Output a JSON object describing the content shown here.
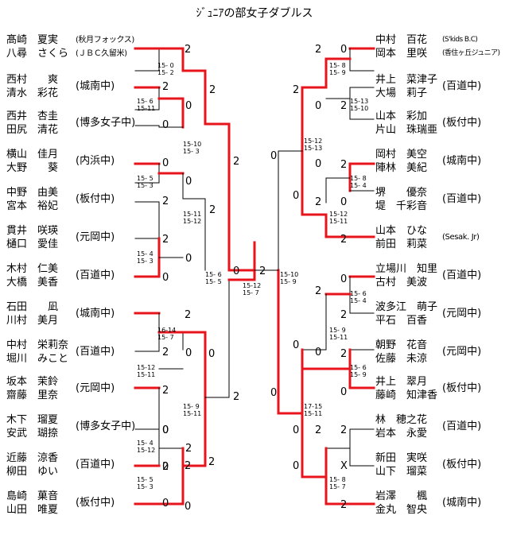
{
  "title": "ｼﾞｭﾆｱの部女子ダブルス",
  "left_pairs": [
    {
      "p1": "髙崎　夏実",
      "p2": "八尋　さくら",
      "club": "(秋月フォックス)\n(ＪＢＣ久留米)"
    },
    {
      "p1": "西村　　爽",
      "p2": "清水　彩花",
      "club": "(城南中)"
    },
    {
      "p1": "西井　杏圭",
      "p2": "田尻　清花",
      "club": "(博多女子中)"
    },
    {
      "p1": "横山　佳月",
      "p2": "大野　　葵",
      "club": "(内浜中)"
    },
    {
      "p1": "中野　由美",
      "p2": "宮本　裕妃",
      "club": "(板付中)"
    },
    {
      "p1": "貫井　咲瑛",
      "p2": "樋口　愛佳",
      "club": "(元岡中)"
    },
    {
      "p1": "木村　仁美",
      "p2": "大橋　美香",
      "club": "(百道中)"
    },
    {
      "p1": "石田　　凪",
      "p2": "川村　美月",
      "club": "(城南中)"
    },
    {
      "p1": "中村　栄莉奈",
      "p2": "堀川　みこと",
      "club": "(百道中)"
    },
    {
      "p1": "坂本　茉鈴",
      "p2": "齋藤　里奈",
      "club": "(元岡中)"
    },
    {
      "p1": "木下　瑠夏",
      "p2": "安武　瑚捺",
      "club": "(博多女子中)"
    },
    {
      "p1": "近藤　涼香",
      "p2": "柳田　ゆい",
      "club": "(百道中)"
    },
    {
      "p1": "島崎　菓音",
      "p2": "山田　唯夏",
      "club": "(板付中)"
    }
  ],
  "right_pairs": [
    {
      "p1": "中村　百花",
      "p2": "岡本　里咲",
      "club": "(S'kids B.C)\n(香住ヶ丘ジュニア)"
    },
    {
      "p1": "井上　菜津子",
      "p2": "大場　莉子",
      "club": "(百道中)"
    },
    {
      "p1": "山本　彩加",
      "p2": "片山　珠瑞亜",
      "club": "(板付中)"
    },
    {
      "p1": "岡村　美空",
      "p2": "陣林　美紀",
      "club": "(城南中)"
    },
    {
      "p1": "堺　　優奈",
      "p2": "堤　千彩音",
      "club": "(百道中)"
    },
    {
      "p1": "山本　ひな",
      "p2": "前田　莉菜",
      "club": "(Sesak. Jr)"
    },
    {
      "p1": "立場川　知里",
      "p2": "古村　美波",
      "club": "(百道中)"
    },
    {
      "p1": "波多江　萌子",
      "p2": "平石　百香",
      "club": "(元岡中)"
    },
    {
      "p1": "朝野　花音",
      "p2": "佐藤　未涼",
      "club": "(元岡中)"
    },
    {
      "p1": "井上　翠月",
      "p2": "藤崎　知津香",
      "club": "(板付中)"
    },
    {
      "p1": "林　穂之花",
      "p2": "岩本　永愛",
      "club": "(百道中)"
    },
    {
      "p1": "新田　実咲",
      "p2": "山下　瑠菜",
      "club": "(板付中)"
    },
    {
      "p1": "岩澤　　楓",
      "p2": "金丸　智央",
      "club": "(城南中)"
    }
  ],
  "scores": [
    "2",
    "2",
    "0",
    "0",
    "2",
    "0",
    "0",
    "2",
    "2",
    "0",
    "0",
    "2",
    "2",
    "0",
    "2",
    "2",
    "0",
    "2",
    "0",
    "0",
    "2",
    "0",
    "2",
    "0",
    "2",
    "0",
    "0",
    "2",
    "2",
    "2",
    "0",
    "0",
    "2",
    "2",
    "0",
    "0",
    "2",
    "2",
    "0",
    "0",
    "2",
    "0",
    "2",
    "X",
    "2",
    "2",
    "0",
    "2",
    "0",
    "0",
    "0",
    "2",
    "0",
    "2",
    "2",
    "0"
  ],
  "game_scores": [
    "15- 0\n15- 2",
    "15- 6\n15-11",
    "15-10\n15- 3",
    "15- 5\n15- 3",
    "15-11\n15-12",
    "15- 4\n15- 3",
    "15- 6\n15- 5",
    "16-14\n15- 7",
    "15-12\n15-11",
    "15- 9\n15-11",
    "15- 4\n15-12",
    "15- 5\n15- 3",
    "15- 8\n15- 9",
    "15-13\n15-10",
    "15-12\n15-13",
    "15- 8\n15- 4",
    "15-12\n15-11",
    "15-10\n15- 9",
    "15- 6\n15- 4",
    "15- 9\n15-11",
    "15- 6\n15- 9",
    "17-15\n15-11",
    "15- 8\n15- 7",
    "15-12\n15- 7"
  ]
}
